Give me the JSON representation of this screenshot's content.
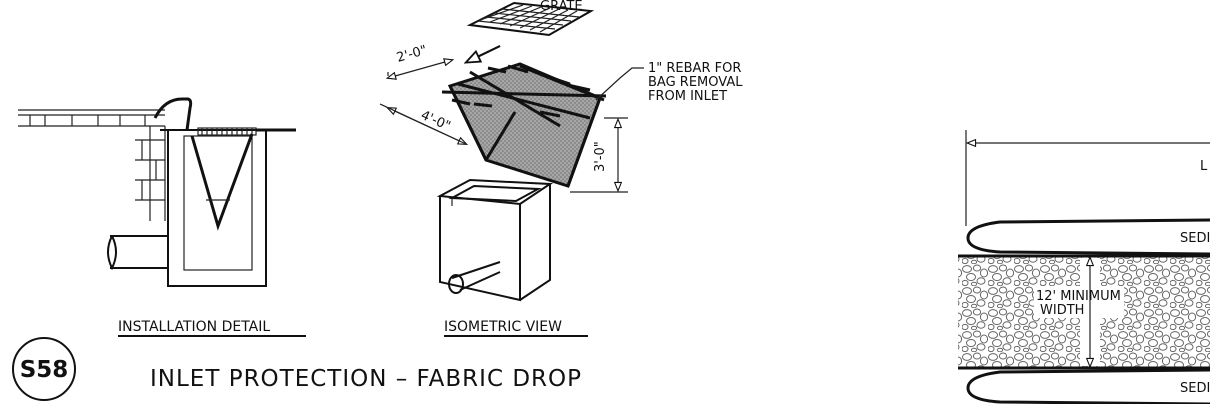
{
  "installation_detail": {
    "caption": "INSTALLATION DETAIL"
  },
  "isometric_view": {
    "caption": "ISOMETRIC VIEW",
    "grate_label": "GRATE",
    "rebar_label": [
      "1\" REBAR FOR",
      "BAG REMOVAL",
      "FROM INLET"
    ],
    "dim_width": "2'-0\"",
    "dim_length": "4'-0\"",
    "dim_depth": "3'-0\""
  },
  "title": "INLET PROTECTION – FABRIC DROP",
  "badge": "S58",
  "right_detail": {
    "length_label": "L",
    "sediment_label": "SEDI",
    "min_width_label": [
      "12' MINIMUM",
      "WIDTH"
    ]
  },
  "colors": {
    "ink": "#111111",
    "fabric": "#9a9a9a",
    "background": "#ffffff"
  }
}
